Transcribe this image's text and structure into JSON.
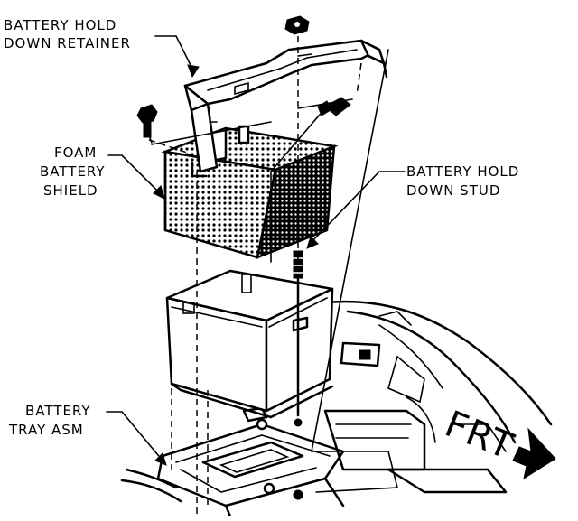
{
  "labels": {
    "hold_down_retainer": [
      "BATTERY HOLD",
      "DOWN RETAINER"
    ],
    "foam_shield": [
      "FOAM",
      "BATTERY",
      "SHIELD"
    ],
    "hold_down_stud": [
      "BATTERY HOLD",
      "DOWN STUD"
    ],
    "tray_asm": [
      "BATTERY",
      "TRAY ASM"
    ]
  },
  "direction": "FRT"
}
